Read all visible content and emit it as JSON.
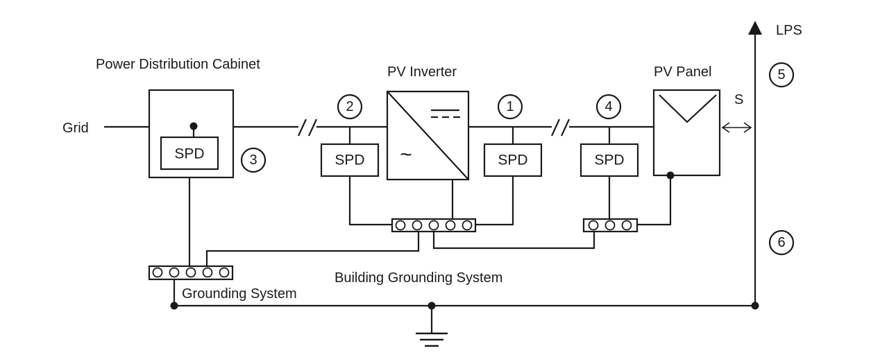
{
  "labels": {
    "grid": "Grid",
    "power_distribution_cabinet": "Power Distribution Cabinet",
    "pv_inverter": "PV Inverter",
    "pv_panel": "PV Panel",
    "lps": "LPS",
    "separation": "S",
    "grounding_system": "Grounding System",
    "building_grounding_system": "Building Grounding System"
  },
  "spd_labels": {
    "cabinet": "SPD",
    "inverter_ac": "SPD",
    "inverter_dc": "SPD",
    "panel": "SPD"
  },
  "markers": {
    "m1": "1",
    "m2": "2",
    "m3": "3",
    "m4": "4",
    "m5": "5",
    "m6": "6"
  },
  "inverter_symbols": {
    "ac": "~"
  }
}
